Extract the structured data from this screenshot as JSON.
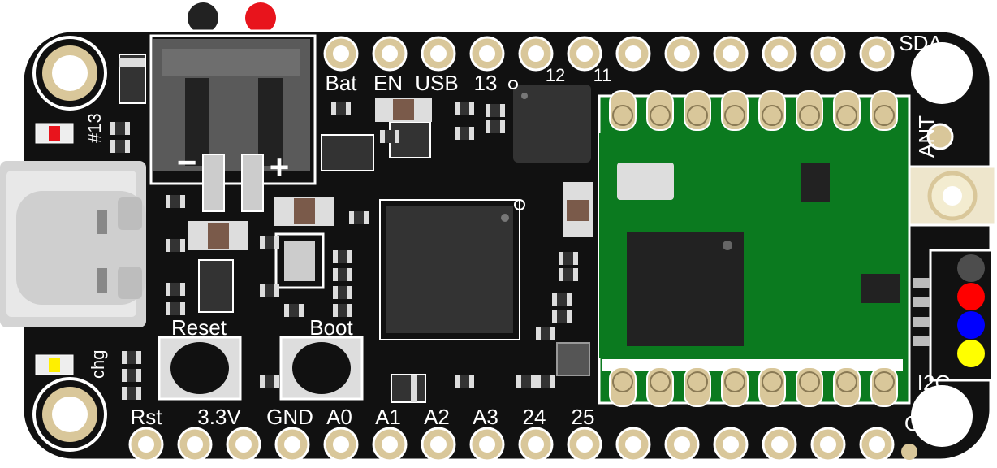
{
  "pins_top": [
    "Bat",
    "EN",
    "USB",
    "13",
    "12",
    "11"
  ],
  "pins_bottom": [
    "Rst",
    "3.3V",
    "GND",
    "A0",
    "A1",
    "A2",
    "A3",
    "24",
    "25"
  ],
  "side_labels": {
    "sda": "SDA",
    "ant": "ANT",
    "i2c": "I2C",
    "g": "G",
    "pin13_led": "#13",
    "chg_led": "chg"
  },
  "battery_connector": {
    "minus": "−",
    "plus": "+"
  },
  "buttons": {
    "reset": "Reset",
    "boot": "Boot"
  },
  "stemma_wire_colors": [
    "#4d4d4d",
    "#ff0000",
    "#0000ff",
    "#ffff00"
  ],
  "colors": {
    "pcb": "#111111",
    "radio_module": "#0b7a1f",
    "pad_gold": "#d9c79a",
    "silk": "#ffffff"
  }
}
